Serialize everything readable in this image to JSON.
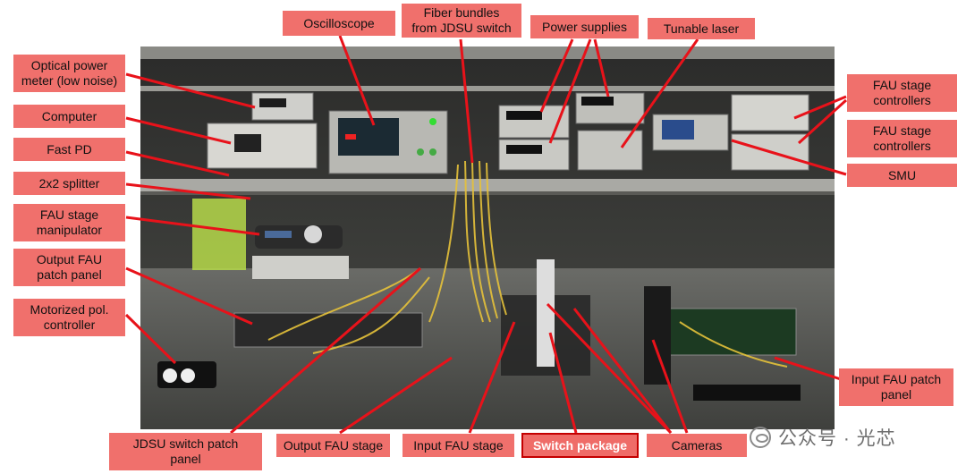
{
  "labels": {
    "oscilloscope": "Oscilloscope",
    "fiber_bundles": "Fiber bundles\nfrom JDSU switch",
    "power_supplies": "Power supplies",
    "tunable_laser": "Tunable laser",
    "optical_power_meter": "Optical power\nmeter (low noise)",
    "computer": "Computer",
    "fast_pd": "Fast PD",
    "splitter": "2x2 splitter",
    "fau_stage_manipulator": "FAU stage\nmanipulator",
    "output_fau_patch_panel": "Output FAU\npatch panel",
    "motorized_pol_controller": "Motorized pol.\ncontroller",
    "fau_stage_controllers_1": "FAU stage\ncontrollers",
    "fau_stage_controllers_2": "FAU stage\ncontrollers",
    "smu": "SMU",
    "input_fau_patch_panel": "Input FAU patch\npanel",
    "jdsu_switch_patch_panel": "JDSU switch patch\npanel",
    "output_fau_stage": "Output FAU stage",
    "input_fau_stage": "Input FAU stage",
    "switch_package": "Switch package",
    "cameras": "Cameras"
  },
  "watermark": {
    "text": "公众号 · 光芯",
    "logo": "wechat-icon"
  },
  "colors": {
    "label_fill": "#f0706c",
    "arrow": "#e8121a",
    "highlight_border": "#c40000"
  }
}
